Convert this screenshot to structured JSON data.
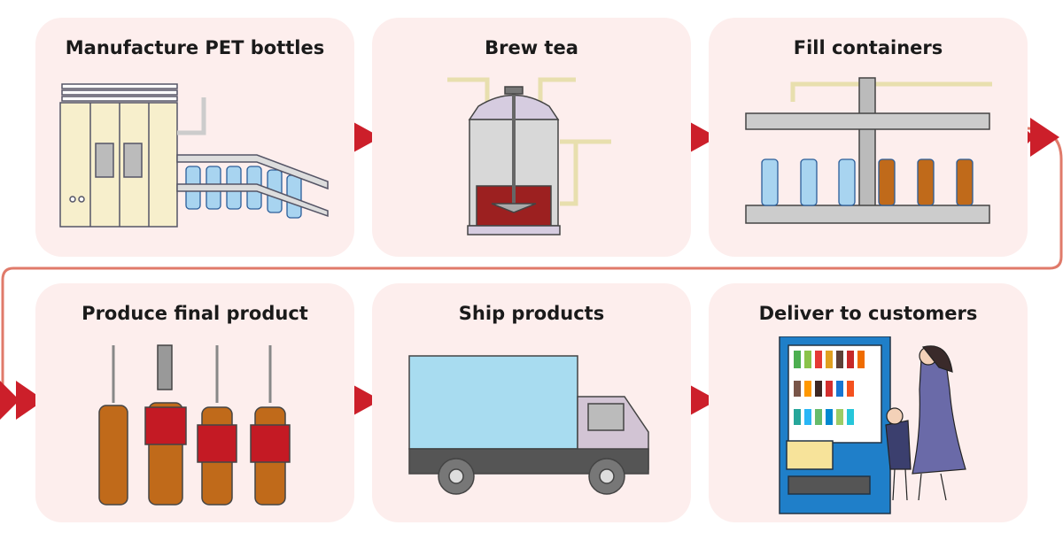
{
  "steps": [
    {
      "title": "Manufacture PET bottles",
      "icon": "pet-bottle-machine-icon"
    },
    {
      "title": "Brew tea",
      "icon": "brewing-tank-icon"
    },
    {
      "title": "Fill containers",
      "icon": "filling-machine-icon"
    },
    {
      "title": "Produce final product",
      "icon": "labeling-machine-icon"
    },
    {
      "title": "Ship products",
      "icon": "delivery-truck-icon"
    },
    {
      "title": "Deliver to customers",
      "icon": "vending-machine-icon"
    }
  ],
  "colors": {
    "card_bg": "#fdeeed",
    "arrow": "#cc1f2a",
    "connector": "#e07a6a",
    "tea": "#c06a1a",
    "label": "#c41a24",
    "bottle": "#a8d4f0"
  }
}
